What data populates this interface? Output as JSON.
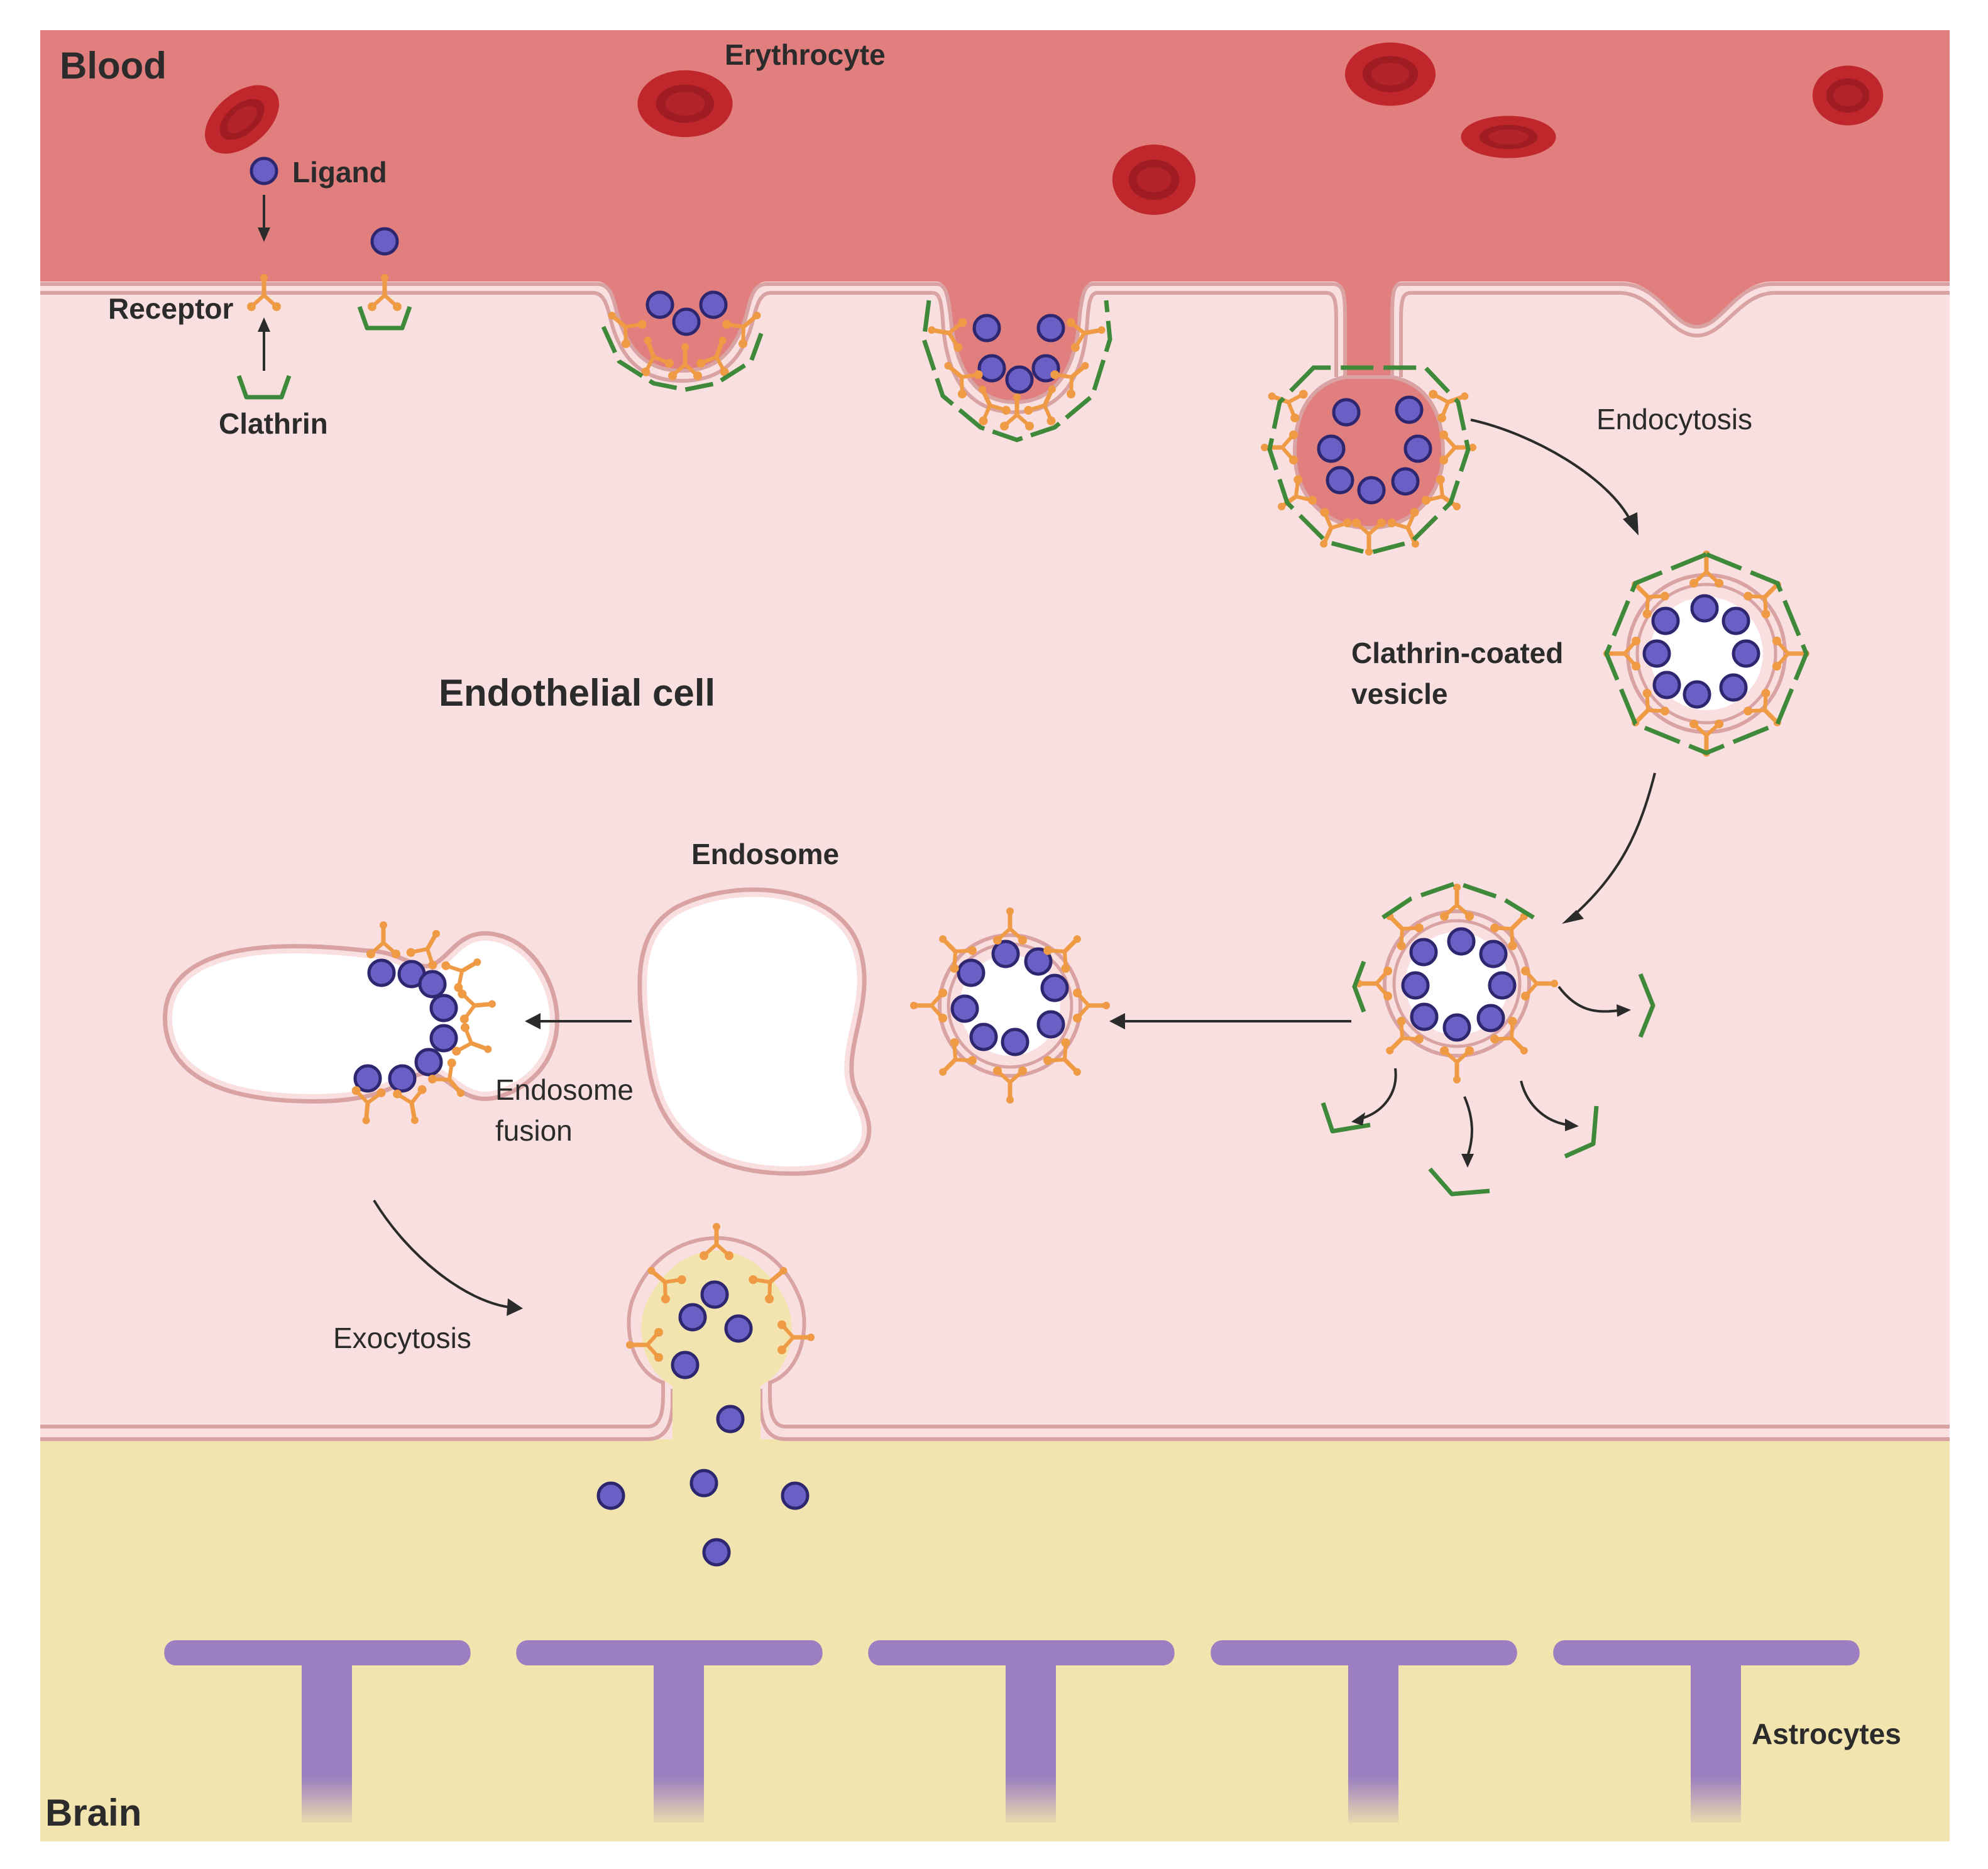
{
  "regions": {
    "blood": "Blood",
    "endothelial": "Endothelial cell",
    "brain": "Brain"
  },
  "labels": {
    "erythrocyte": "Erythrocyte",
    "ligand": "Ligand",
    "receptor": "Receptor",
    "clathrin": "Clathrin",
    "endocytosis": "Endocytosis",
    "ccv_line1": "Clathrin-coated",
    "ccv_line2": "vesicle",
    "endosome": "Endosome",
    "fusion_line1": "Endosome",
    "fusion_line2": "fusion",
    "exocytosis": "Exocytosis",
    "astrocytes": "Astrocytes"
  },
  "colors": {
    "blood": "#e07f7e",
    "cell": "#f9dfdf",
    "brain": "#f2e4ae",
    "membrane": "#d9a3a4",
    "ligand": "#6a5fc4",
    "receptor": "#ef9a44",
    "clathrin": "#3f8a3a",
    "erythrocyte": "#c0272d",
    "astrocyte": "#9b7fc0"
  }
}
